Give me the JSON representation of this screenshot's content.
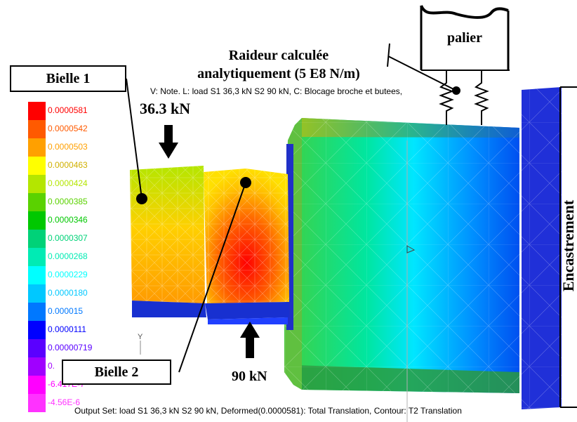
{
  "header_note": "V: Note. L: load S1 36,3 kN S2 90 kN, C: Blocage broche et butees,",
  "footer_note": "Output Set: load S1 36,3 kN S2 90 kN, Deformed(0.0000581): Total Translation, Contour: T2 Translation",
  "labels": {
    "bielle1": "Bielle 1",
    "bielle2": "Bielle 2",
    "palier": "palier",
    "raideur_line1": "Raideur calculée",
    "raideur_line2": "analytiquement (5 E8 N/m)",
    "load_top": "36.3 kN",
    "load_bottom": "90 kN",
    "encastrement": "Encastrement",
    "axis_y": "Y"
  },
  "legend": [
    {
      "value": "0.0000581",
      "color": "#ff0000"
    },
    {
      "value": "0.0000542",
      "color": "#ff5a00"
    },
    {
      "value": "0.0000503",
      "color": "#ffa000"
    },
    {
      "value": "0.0000463",
      "color": "#ffff00"
    },
    {
      "value": "0.0000424",
      "color": "#b4e600"
    },
    {
      "value": "0.0000385",
      "color": "#5ad200"
    },
    {
      "value": "0.0000346",
      "color": "#00c800"
    },
    {
      "value": "0.0000307",
      "color": "#00d278"
    },
    {
      "value": "0.0000268",
      "color": "#00ebb4"
    },
    {
      "value": "0.0000229",
      "color": "#00ffff"
    },
    {
      "value": "0.0000180",
      "color": "#00c8ff"
    },
    {
      "value": "0.000015",
      "color": "#0078ff"
    },
    {
      "value": "0.0000111",
      "color": "#0000ff"
    },
    {
      "value": "0.00000719",
      "color": "#5a00ff"
    },
    {
      "value": "0.",
      "color": "#a000ff"
    },
    {
      "value": "-6.417E-7",
      "color": "#ff00ff"
    },
    {
      "value": "-4.56E-6",
      "color": "#ff32ff"
    }
  ]
}
